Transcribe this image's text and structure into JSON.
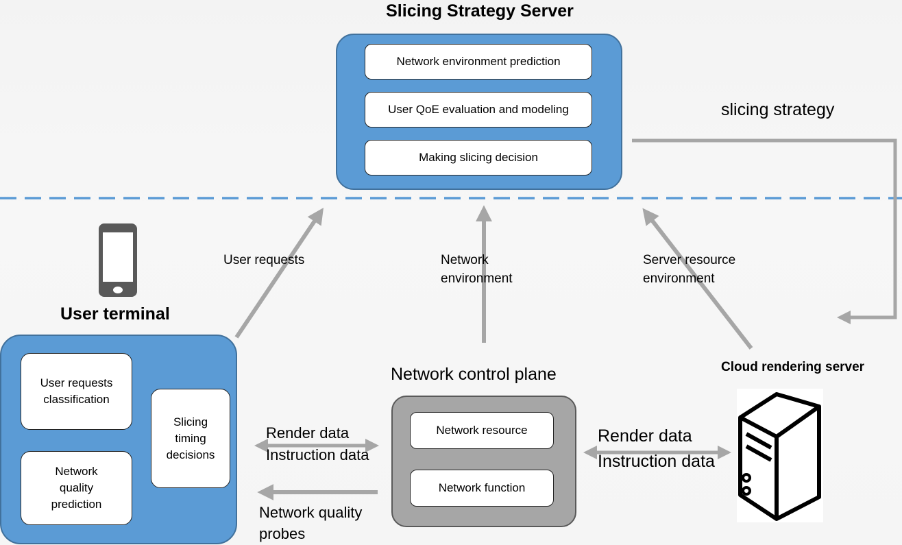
{
  "server": {
    "title": "Slicing Strategy Server",
    "modules": [
      "Network environment prediction",
      "User QoE evaluation and modeling",
      "Making slicing decision"
    ]
  },
  "arrows": {
    "slicing_strategy": "slicing strategy",
    "user_requests": "User requests",
    "network_environment_1": "Network",
    "network_environment_2": "environment",
    "server_resource_1": "Server resource",
    "server_resource_2": "environment",
    "render_data_left": "Render data",
    "instruction_data_left": "Instruction data",
    "render_data_right": "Render data",
    "instruction_data_right": "Instruction data",
    "probes_1": "Network quality",
    "probes_2": "probes"
  },
  "terminal": {
    "title": "User terminal",
    "classification": [
      "User requests",
      "classification"
    ],
    "prediction": [
      "Network",
      "quality",
      "prediction"
    ],
    "timing": [
      "Slicing",
      "timing",
      "decisions"
    ]
  },
  "control_plane": {
    "title": "Network control plane",
    "resource": "Network resource",
    "function": "Network function"
  },
  "cloud": {
    "title": "Cloud rendering server"
  }
}
